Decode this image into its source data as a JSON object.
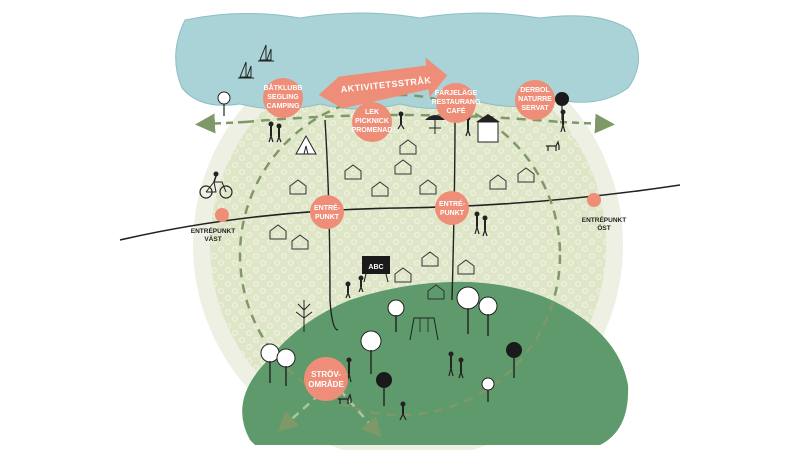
{
  "colors": {
    "water": "#a9d3d6",
    "water_stroke": "#8bbfc3",
    "field": "#dfe6c8",
    "field_dots": "#eef1e0",
    "forest": "#5e9a6b",
    "node": "#ee8e78",
    "path_dash": "#7e9868",
    "road": "#222222"
  },
  "nodes": {
    "batklubb": [
      "BÅTKLUBB",
      "SEGLING",
      "CAMPING"
    ],
    "lek": [
      "LEK",
      "PICKNICK",
      "PROMENAD"
    ],
    "farjelage": [
      "FÄRJELÄGE",
      "RESTAURANG",
      "CAFÉ"
    ],
    "derbol": [
      "DERBOL",
      "NATURRE",
      "SERVAT"
    ],
    "entre_west": [
      "ENTRÉ-",
      "PUNKT"
    ],
    "entre_east": [
      "ENTRÉ-",
      "PUNKT"
    ],
    "strovomrade": [
      "STRÖV-",
      "OMRÅDE"
    ]
  },
  "labels": {
    "aktivitetsstrak": "AKTIVITETSSTRÅK",
    "entry_vast": [
      "ENTRÉPUNKT",
      "VÄST"
    ],
    "entry_ost": [
      "ENTRÉPUNKT",
      "ÖST"
    ],
    "sign": "ABC"
  },
  "icons": [
    "sailboat-icon",
    "bicycle-icon",
    "tent-icon",
    "house-icon",
    "tree-icon",
    "person-icon",
    "dog-icon",
    "umbrella-table-icon",
    "kiosk-icon",
    "swing-icon",
    "sign-board-icon"
  ]
}
